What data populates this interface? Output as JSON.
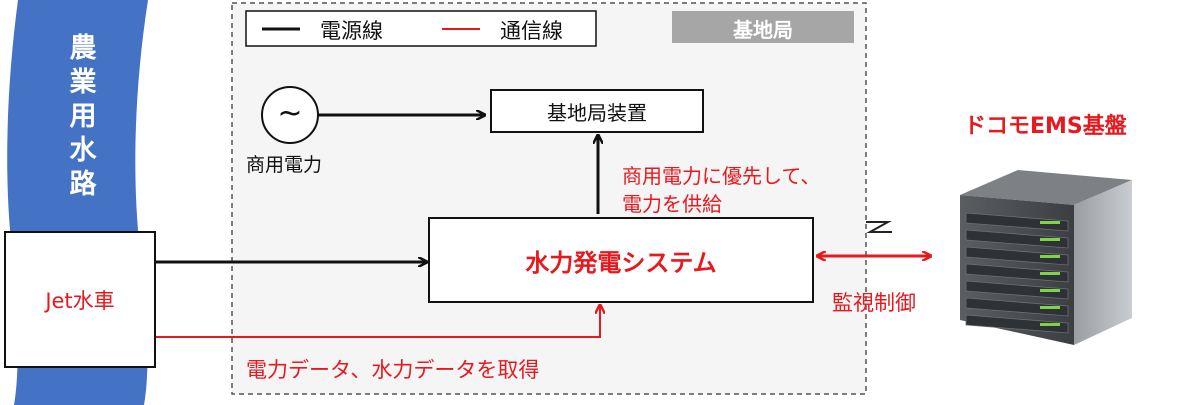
{
  "waterway": {
    "label_chars": [
      "農",
      "業",
      "用",
      "水",
      "路"
    ]
  },
  "legend": {
    "power_line": "電源線",
    "comm_line": "通信線"
  },
  "base_station": {
    "tag": "基地局",
    "device": "基地局装置"
  },
  "commercial_power": {
    "label": "商用電力",
    "symbol": "~"
  },
  "jet_wheel": "Jet水車",
  "hydro_system": "水力発電システム",
  "supply_note": [
    "商用電力に優先して、",
    "電力を供給"
  ],
  "data_note": "電力データ、水力データを取得",
  "ems": {
    "title": "ドコモEMS基盤",
    "monitor": "監視制御"
  },
  "colors": {
    "waterway": "#4472c4",
    "red": "#e8191e",
    "tag_bg": "#a6a6a6",
    "panel_bg": "#f5f5f5"
  }
}
